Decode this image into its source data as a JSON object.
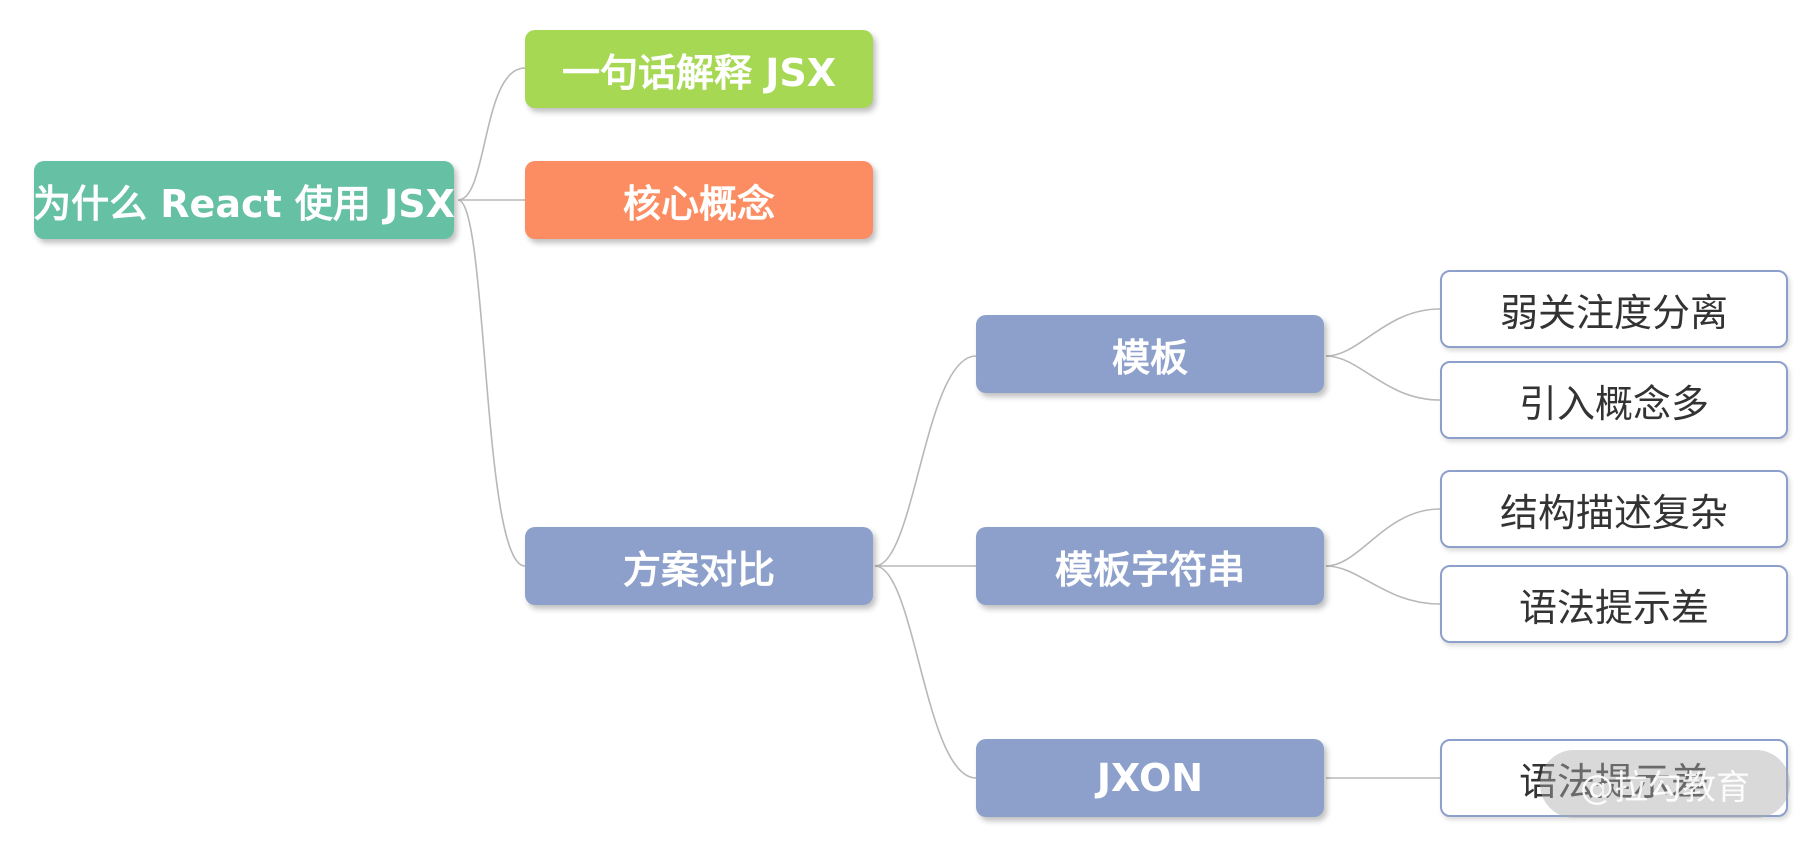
{
  "root": {
    "label": "为什么 React 使用 JSX"
  },
  "branches": {
    "one_sentence": {
      "label": "一句话解释 JSX"
    },
    "core_concepts": {
      "label": "核心概念"
    },
    "comparison": {
      "label": "方案对比",
      "children": {
        "template": {
          "label": "模板",
          "leaves": [
            "弱关注度分离",
            "引入概念多"
          ]
        },
        "template_string": {
          "label": "模板字符串",
          "leaves": [
            "结构描述复杂",
            "语法提示差"
          ]
        },
        "jxon": {
          "label": "JXON",
          "leaves": [
            "语法提示差"
          ]
        }
      }
    }
  },
  "watermark": "@拉勾教育",
  "colors": {
    "root": "#66c1a4",
    "one_sentence": "#a6d854",
    "core_concepts": "#fc8d62",
    "comparison": "#8da0cb",
    "leaf_border": "#8da0cb",
    "connector": "#b8b8b8"
  }
}
